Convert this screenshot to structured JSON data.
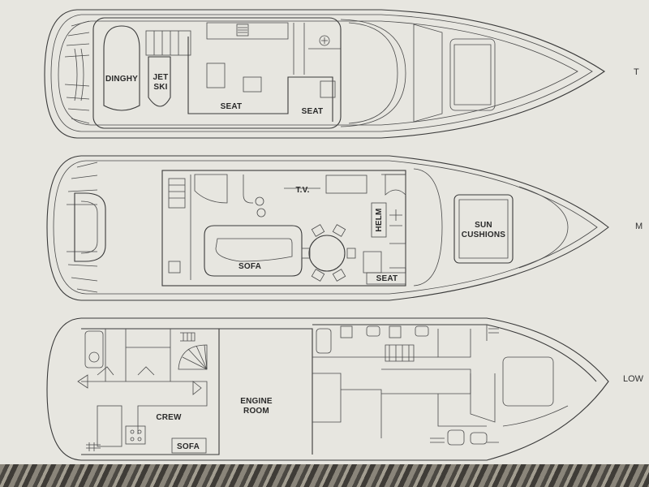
{
  "decks": {
    "top": {
      "labels": {
        "dinghy": "DINGHY",
        "jet": "JET",
        "ski": "SKI",
        "seat_main": "SEAT",
        "seat_side": "SEAT"
      },
      "edge_label": "T"
    },
    "main": {
      "labels": {
        "tv": "T.V.",
        "helm": "HELM",
        "sun": "SUN",
        "cushions": "CUSHIONS",
        "sofa": "SOFA",
        "seat": "SEAT"
      },
      "edge_label": "M"
    },
    "lower": {
      "labels": {
        "crew": "CREW",
        "sofa": "SOFA",
        "engine": "ENGINE",
        "room": "ROOM"
      },
      "edge_label": "LOW"
    }
  }
}
